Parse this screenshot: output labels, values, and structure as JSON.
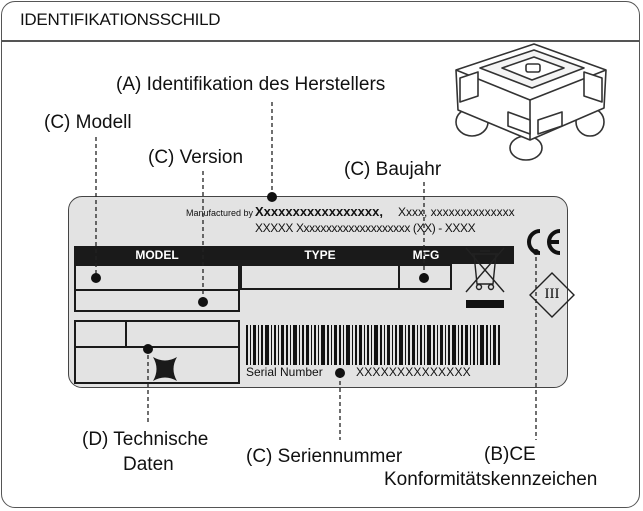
{
  "header": {
    "title": "IDENTIFIKATIONSSCHILD"
  },
  "callouts": {
    "manufacturer": "(A) Identifikation des Herstellers",
    "model": "(C) Modell",
    "version": "(C) Version",
    "year": "(C) Baujahr",
    "technical_line1": "(D) Technische",
    "technical_line2": "Daten",
    "serial": "(C) Seriennummer",
    "ce_line1": "(B)CE",
    "ce_line2": "Konformitätskennzeichen"
  },
  "plate": {
    "manufactured_by": "Manufactured by",
    "manufacturer_name": "Xxxxxxxxxxxxxxxxx,",
    "manufacturer_rest": "Xxxx, xxxxxxxxxxxxxx",
    "address_line": "XXXXX Xxxxxxxxxxxxxxxxxxxx (XX) - XXXX",
    "model_header": "MODEL",
    "type_header": "TYPE",
    "mfg_header": "MFG",
    "serial_label": "Serial Number",
    "serial_value": "XXXXXXXXXXXXXX",
    "ce_mark": "CE",
    "class_mark": "III"
  },
  "icons": [
    "robot-mower-illustration",
    "weee-bin-icon",
    "ce-mark",
    "class-iii-diamond-icon",
    "brand-logo-icon",
    "barcode"
  ]
}
